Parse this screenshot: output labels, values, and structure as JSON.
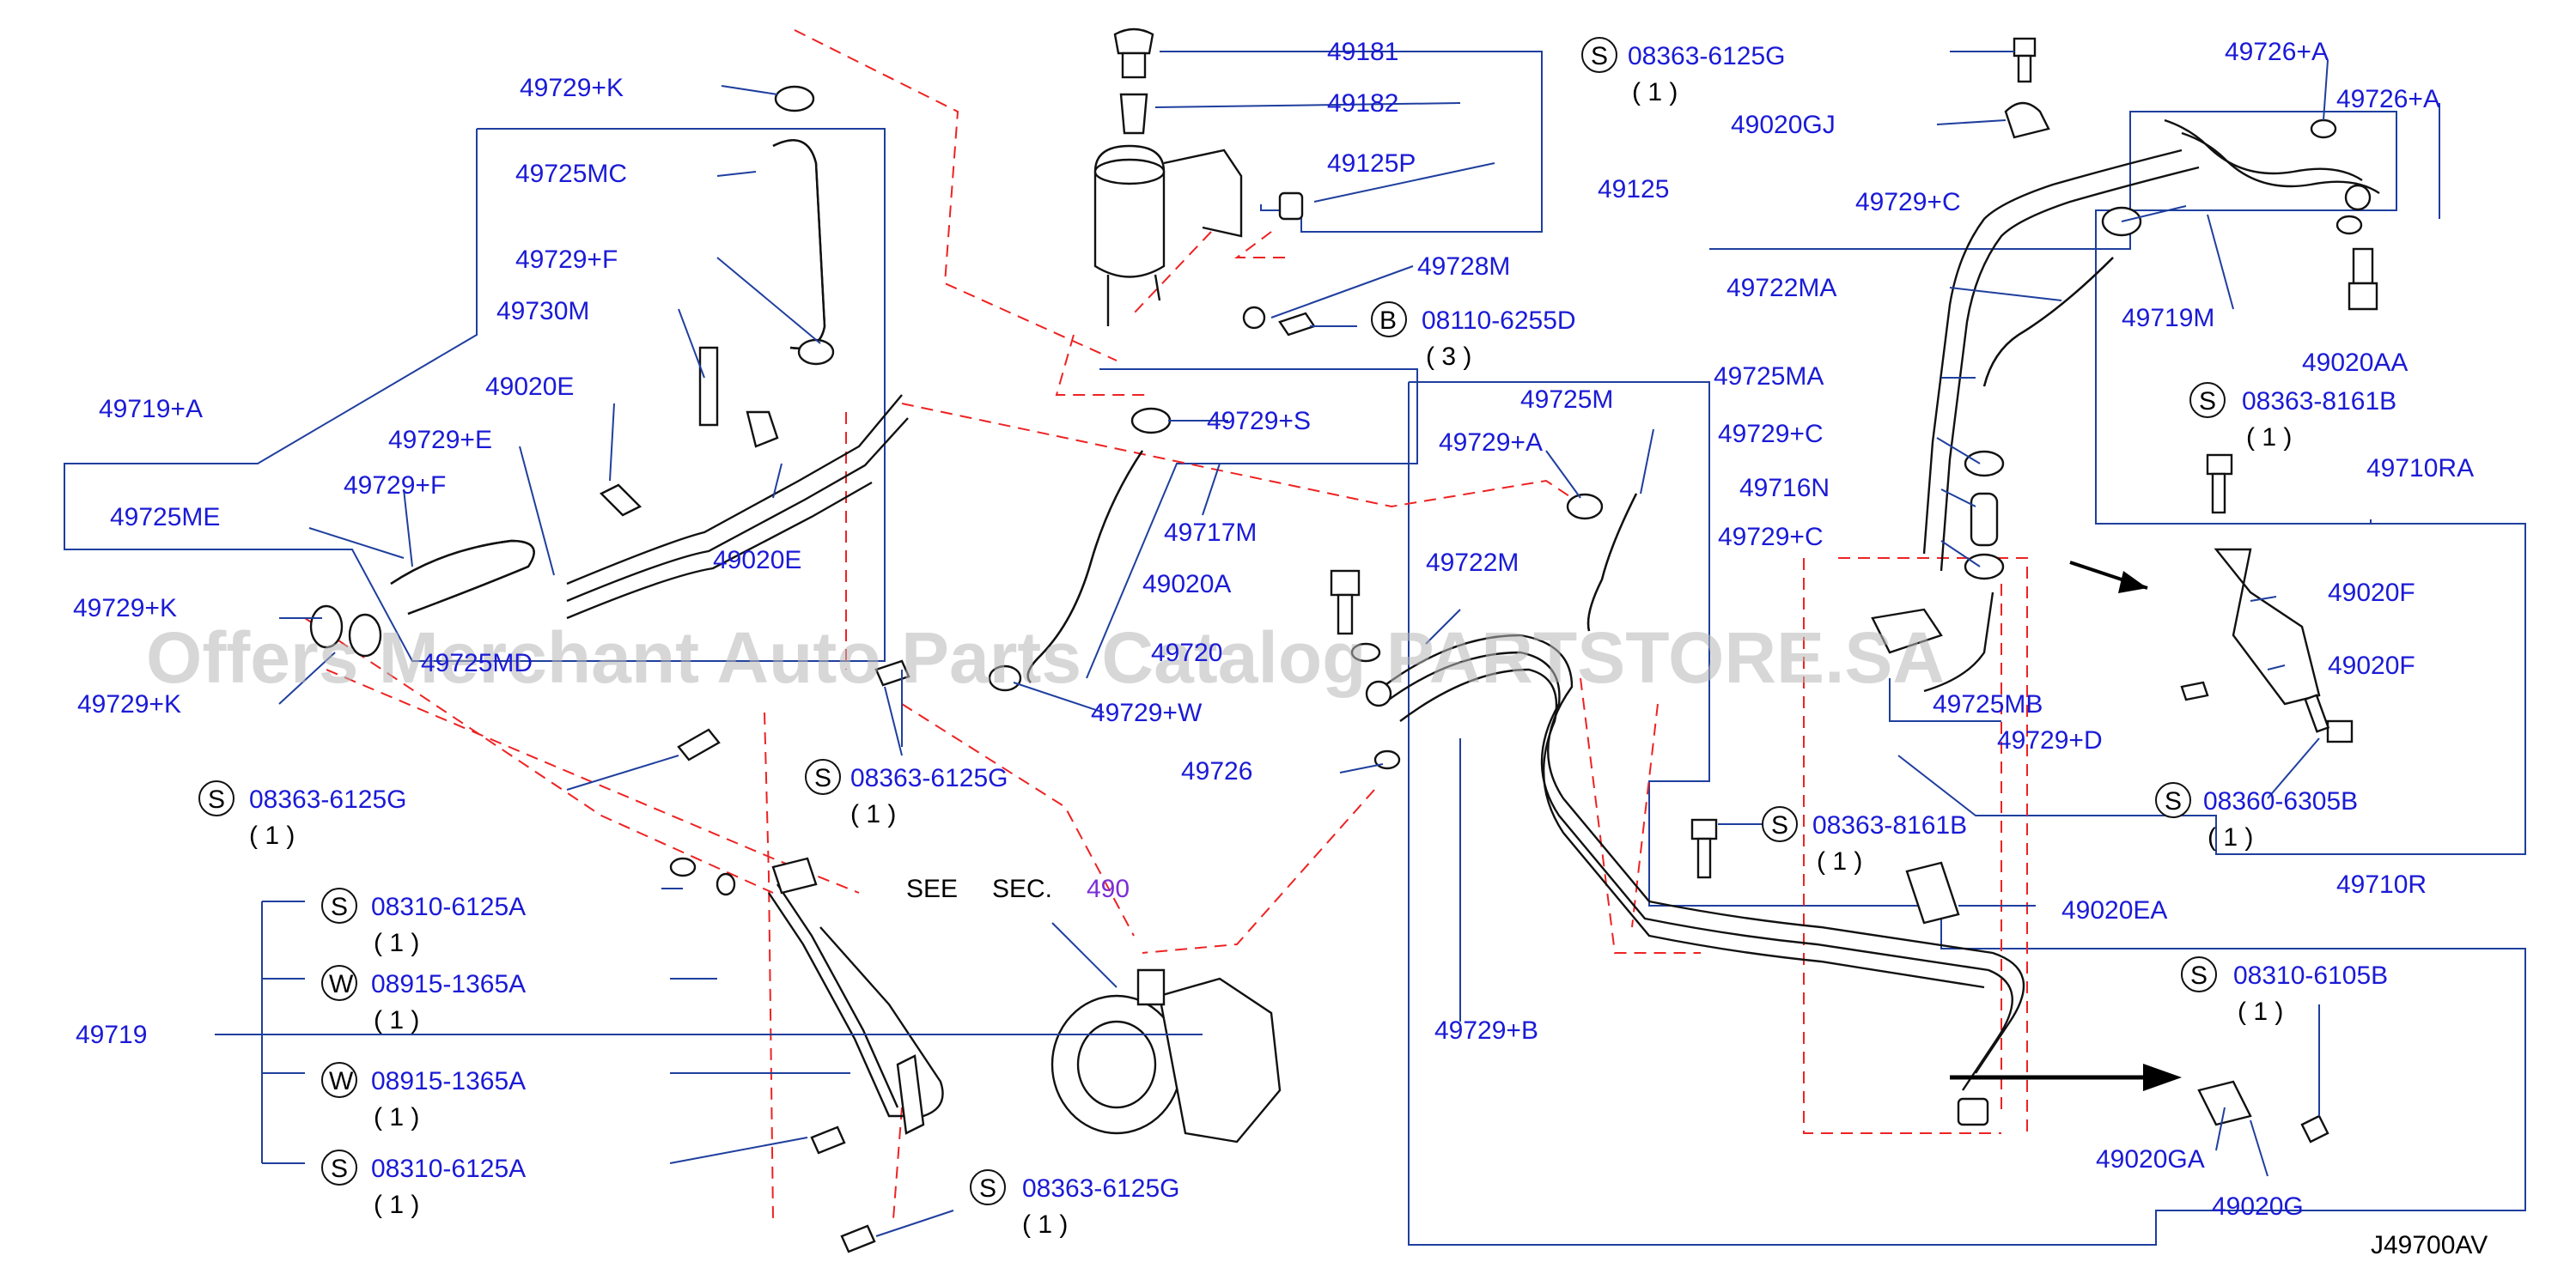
{
  "diagram_id": "J49700AV",
  "watermark": "Offers Merchant Auto Parts Catalog PARTSTORE.SA",
  "see_section": {
    "see": "SEE",
    "sec": "SEC.",
    "number": "490"
  },
  "labels": {
    "p49729K_top": "49729+K",
    "p49725MC": "49725MC",
    "p49729F_1": "49729+F",
    "p49730M": "49730M",
    "p49020E_1": "49020E",
    "p49729E": "49729+E",
    "p49719A": "49719+A",
    "p49729F_2": "49729+F",
    "p49725ME": "49725ME",
    "p49020E_2": "49020E",
    "p49729K_left1": "49729+K",
    "p49725MD": "49725MD",
    "p49729K_left2": "49729+K",
    "p49181": "49181",
    "p49182": "49182",
    "p49125P": "49125P",
    "p49125": "49125",
    "p49728M": "49728M",
    "p49729S": "49729+S",
    "p49717M": "49717M",
    "p49020A": "49020A",
    "p49720": "49720",
    "p49729W": "49729+W",
    "p49726": "49726",
    "p49725M": "49725M",
    "p49729A_mid": "49729+A",
    "p49722M": "49722M",
    "p49729B": "49729+B",
    "p49020GJ": "49020GJ",
    "p49729C_1": "49729+C",
    "p49722MA": "49722MA",
    "p49725MA": "49725MA",
    "p49729C_2": "49729+C",
    "p49716N": "49716N",
    "p49729C_3": "49729+C",
    "p49725MB": "49725MB",
    "p49729D": "49729+D",
    "p49719M": "49719M",
    "p49726A_1": "49726+A",
    "p49726A_2": "49726+A",
    "p49020AA": "49020AA",
    "p49710RA": "49710RA",
    "p49020F": "49020F",
    "p49020F2": "49020F",
    "p49020EA": "49020EA",
    "p49710R": "49710R",
    "p49020GA": "49020GA",
    "p49020G": "49020G",
    "p49719": "49719"
  },
  "callouts": [
    {
      "badge": "S",
      "part": "08363-6125G",
      "qty": "( 1 )"
    },
    {
      "badge": "B",
      "part": "08110-6255D",
      "qty": "( 3 )"
    },
    {
      "badge": "S",
      "part": "08363-6125G",
      "qty": "( 1 )"
    },
    {
      "badge": "S",
      "part": "08363-6125G",
      "qty": "( 1 )"
    },
    {
      "badge": "S",
      "part": "08310-6125A",
      "qty": "( 1 )"
    },
    {
      "badge": "W",
      "part": "08915-1365A",
      "qty": "( 1 )"
    },
    {
      "badge": "W",
      "part": "08915-1365A",
      "qty": "( 1 )"
    },
    {
      "badge": "S",
      "part": "08310-6125A",
      "qty": "( 1 )"
    },
    {
      "badge": "S",
      "part": "08363-6125G",
      "qty": "( 1 )"
    },
    {
      "badge": "S",
      "part": "08363-8161B",
      "qty": "( 1 )"
    },
    {
      "badge": "S",
      "part": "08360-6305B",
      "qty": "( 1 )"
    },
    {
      "badge": "S",
      "part": "08363-8161B",
      "qty": "( 1 )"
    },
    {
      "badge": "S",
      "part": "08310-6105B",
      "qty": "( 1 )"
    }
  ]
}
